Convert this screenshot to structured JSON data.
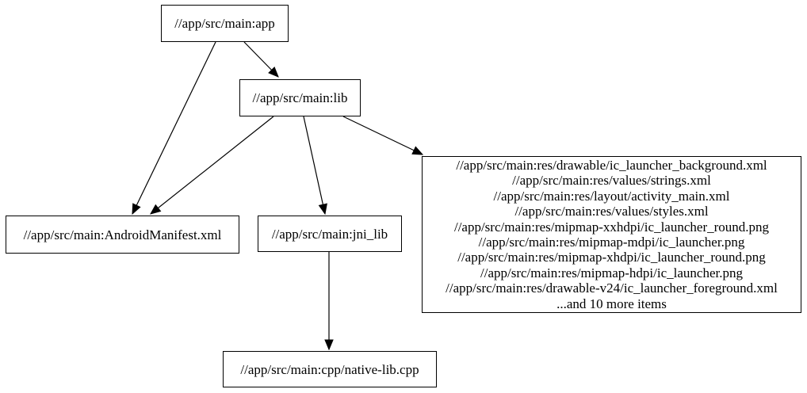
{
  "graph": {
    "background_color": "#ffffff",
    "node_border_color": "#000000",
    "text_color": "#000000",
    "nodes": {
      "app": {
        "label": "//app/src/main:app"
      },
      "lib": {
        "label": "//app/src/main:lib"
      },
      "manifest": {
        "label": "//app/src/main:AndroidManifest.xml"
      },
      "jni_lib": {
        "label": "//app/src/main:jni_lib"
      },
      "native_cpp": {
        "label": "//app/src/main:cpp/native-lib.cpp"
      },
      "res_group": {
        "lines": [
          "//app/src/main:res/drawable/ic_launcher_background.xml",
          "//app/src/main:res/values/strings.xml",
          "//app/src/main:res/layout/activity_main.xml",
          "//app/src/main:res/values/styles.xml",
          "//app/src/main:res/mipmap-xxhdpi/ic_launcher_round.png",
          "//app/src/main:res/mipmap-mdpi/ic_launcher.png",
          "//app/src/main:res/mipmap-xhdpi/ic_launcher_round.png",
          "//app/src/main:res/mipmap-hdpi/ic_launcher.png",
          "//app/src/main:res/drawable-v24/ic_launcher_foreground.xml",
          "...and 10 more items"
        ]
      }
    },
    "edges": [
      {
        "from": "//app/src/main:app",
        "to": "//app/src/main:lib"
      },
      {
        "from": "//app/src/main:app",
        "to": "//app/src/main:AndroidManifest.xml"
      },
      {
        "from": "//app/src/main:lib",
        "to": "//app/src/main:AndroidManifest.xml"
      },
      {
        "from": "//app/src/main:lib",
        "to": "//app/src/main:jni_lib"
      },
      {
        "from": "//app/src/main:lib",
        "to": "res_group"
      },
      {
        "from": "//app/src/main:jni_lib",
        "to": "//app/src/main:cpp/native-lib.cpp"
      }
    ]
  }
}
